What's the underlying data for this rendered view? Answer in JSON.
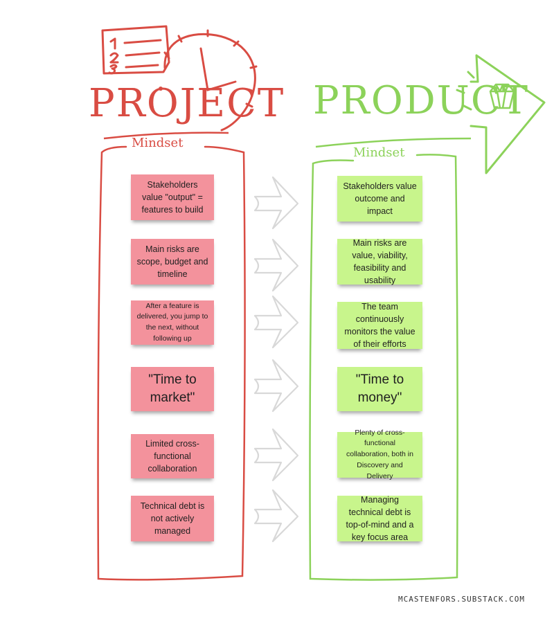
{
  "project": {
    "title": "PROJECT",
    "subtitle": "Mindset",
    "color": "#d94c43",
    "note_color": "#f3929c",
    "header_icons": [
      "numbered-list-icon",
      "clock-icon"
    ],
    "notes": [
      "Stakeholders value \"output\" = features to build",
      "Main risks are scope, budget and timeline",
      "After a feature is delivered, you jump to the next, without following up",
      "\"Time to market\"",
      "Limited cross-functional collaboration",
      "Technical debt is not actively managed"
    ]
  },
  "product": {
    "title": "PRODUCT",
    "subtitle": "Mindset",
    "color": "#8cd25a",
    "note_color": "#c8f58c",
    "header_icons": [
      "arrow-icon",
      "gem-icon"
    ],
    "notes": [
      "Stakeholders value outcome and impact",
      "Main risks are value, viability, feasibility and usability",
      "The team continuously monitors the value of their efforts",
      "\"Time to money\"",
      "Plenty of cross-functional collaboration, both in Discovery and Delivery",
      "Managing technical debt is top-of-mind and a key focus area"
    ]
  },
  "transition_icon": "chevron-arrow-icon",
  "footer": "MCASTENFORS.SUBSTACK.COM"
}
